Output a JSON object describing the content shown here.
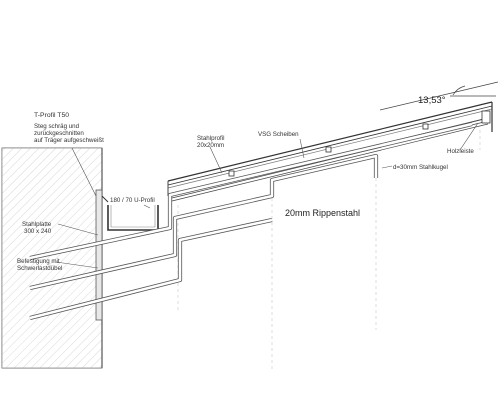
{
  "labels": {
    "t_profil": "T-Profil T50",
    "steg_1": "Steg schräg und",
    "steg_2": "zurückgeschnitten",
    "steg_3": "auf Träger aufgeschweißt",
    "stahlprofil_1": "Stahlprofil",
    "stahlprofil_2": "20x20mm",
    "vsg": "VSG Scheiben",
    "angle": "13,53°",
    "u_profil": "180 / 70 U-Profil",
    "stahlkugel": "d=30mm Stahlkugel",
    "holzleiste": "Holzleiste",
    "stahlplatte_1": "Stahlplatte",
    "stahlplatte_2": "300 x 240",
    "befestigung_1": "Befestigung mit",
    "befestigung_2": "Schwerlastdübel",
    "rippenstahl": "20mm Rippenstahl"
  }
}
